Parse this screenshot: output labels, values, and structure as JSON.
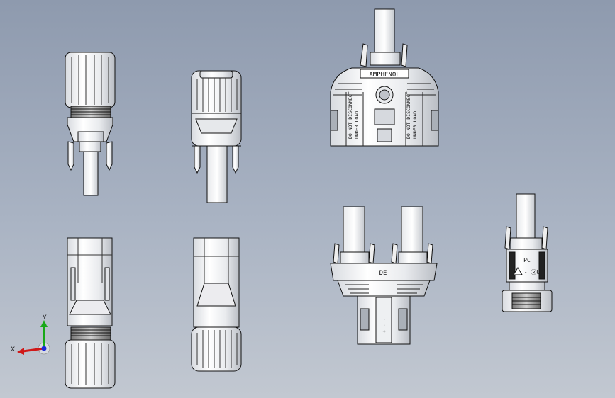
{
  "viewport": {
    "background_top": "#8e9aae",
    "background_bottom": "#c2c8d1",
    "part_stroke": "#111111",
    "part_fill": "#f2f3f5",
    "part_shade": "#c9ccd2"
  },
  "triad": {
    "x_label": "X",
    "y_label": "Y",
    "x_color": "#d01818",
    "y_color": "#18a818",
    "z_color": "#1c2ad8"
  },
  "branch_connector_top": {
    "brand_text": "AMPHENOL",
    "warning_line1": "DO NOT DISCONNECT",
    "warning_line2": "UNDER LOAD"
  },
  "branch_connector_bottom": {
    "band_mark": "DE",
    "side_mark": "+ - -"
  },
  "small_connector": {
    "logo_text": "PC",
    "rating_text": "- ⓇU"
  }
}
